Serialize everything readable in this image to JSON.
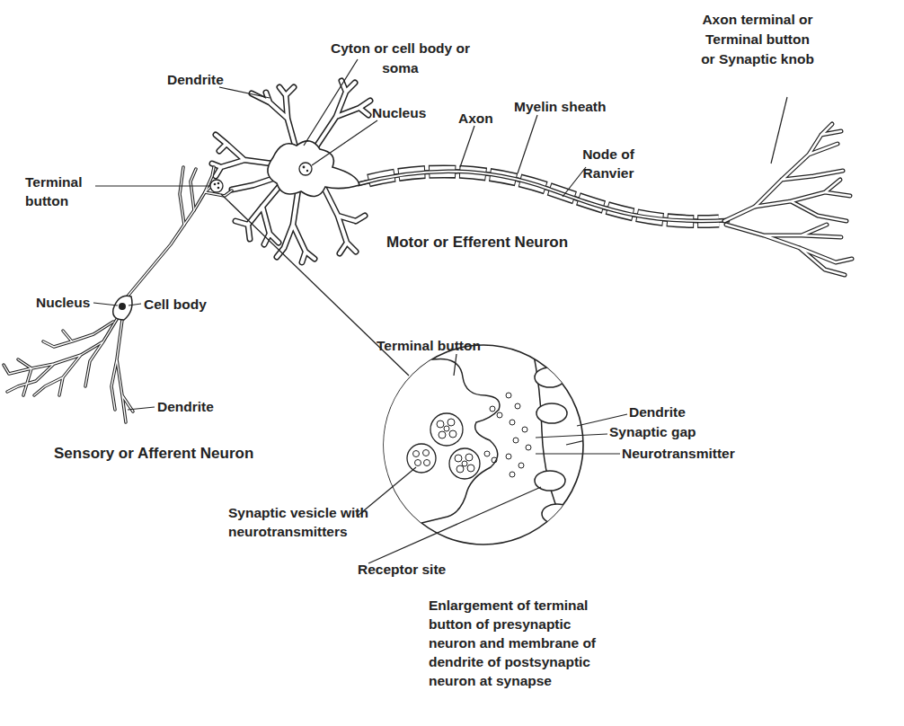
{
  "diagram": {
    "labels": [
      "Dendrite",
      "Cyton or cell body or soma",
      "Nucleus",
      "Axon",
      "Myelin sheath",
      "Node of Ranvier",
      "Axon terminal or Terminal button or Synaptic knob",
      "Terminal button",
      "Motor or Efferent Neuron",
      "Nucleus",
      "Cell body",
      "Dendrite",
      "Sensory or Afferent Neuron",
      "Terminal button",
      "Dendrite",
      "Synaptic gap",
      "Neurotransmitter",
      "Synaptic vesicle with neurotransmitters",
      "Receptor site",
      "Enlargement of terminal button of presynaptic neuron and membrane of dendrite of postsynaptic neuron at synapse"
    ]
  }
}
